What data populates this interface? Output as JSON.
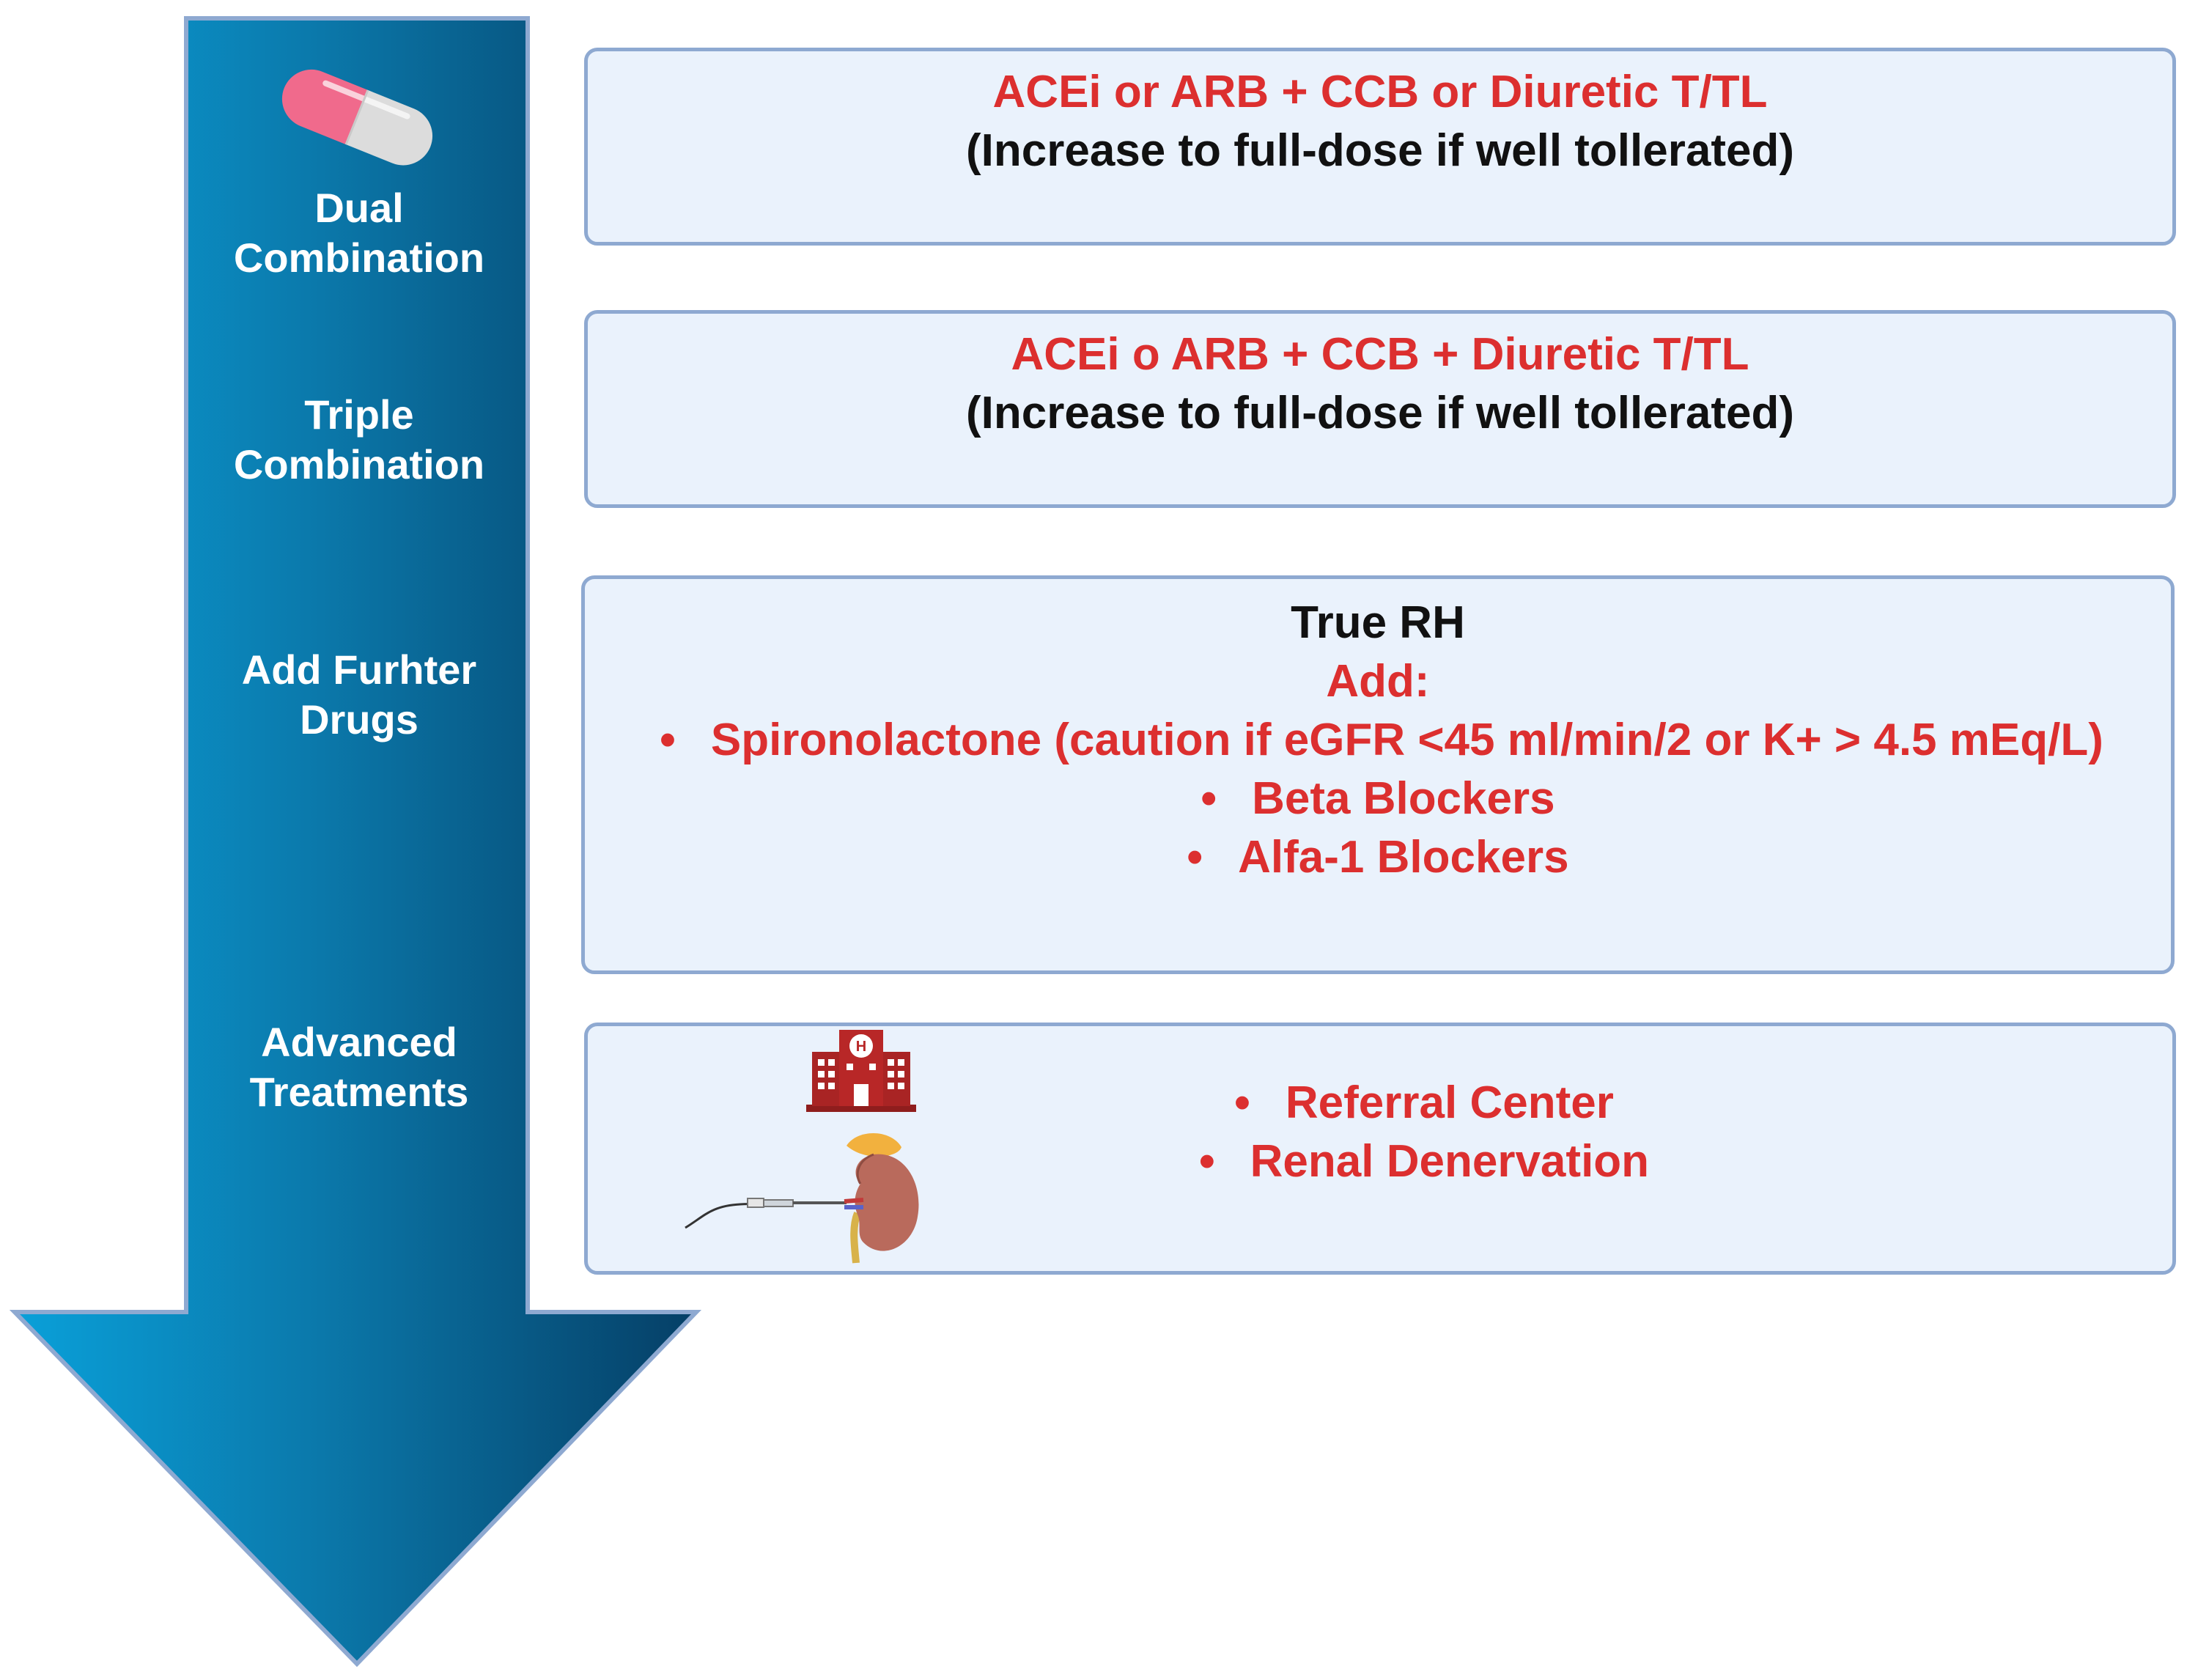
{
  "steps": [
    {
      "line1": "Dual",
      "line2": "Combination"
    },
    {
      "line1": "Triple",
      "line2": "Combination"
    },
    {
      "line1": "Add Furhter",
      "line2": "Drugs"
    },
    {
      "line1": "Advanced",
      "line2": "Treatments"
    }
  ],
  "boxes": {
    "dual": {
      "title": "ACEi or ARB + CCB or Diuretic T/TL",
      "note": "(Increase to full-dose if well tollerated)"
    },
    "triple": {
      "title": "ACEi o ARB + CCB + Diuretic T/TL",
      "note": "(Increase to full-dose if well tollerated)"
    },
    "further": {
      "heading": "True RH",
      "add_label": "Add:",
      "bullet": "•",
      "items": [
        "Spironolactone (caution if eGFR <45 ml/min/2 or K+ > 4.5 mEq/L)",
        "Beta Blockers",
        "Alfa-1 Blockers"
      ]
    },
    "advanced": {
      "bullet": "•",
      "items": [
        "Referral Center",
        "Renal Denervation"
      ],
      "hospital_sign": "H"
    }
  },
  "icons": {
    "pill": "capsule-icon",
    "hospital": "hospital-icon",
    "kidney": "kidney-catheter-icon"
  },
  "colors": {
    "arrow_light": "#0aa0d9",
    "arrow_dark": "#053f66",
    "arrow_border": "#8ea9d1",
    "box_fill": "#eaf2fc",
    "box_border": "#8ea9d1",
    "red_text": "#dc2f2f",
    "black_text": "#111111"
  }
}
